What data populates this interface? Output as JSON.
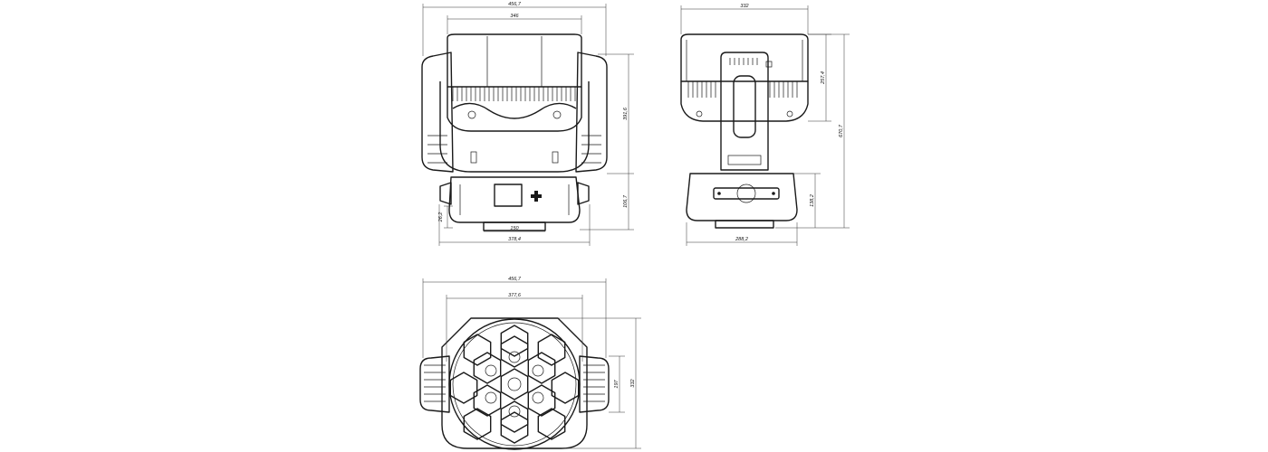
{
  "front_view": {
    "total_width": "456,7",
    "head_width": "346",
    "head_to_base_height": "391,6",
    "base_height": "106,7",
    "foot_height": "26,2",
    "foot_width": "150",
    "base_width": "378,4"
  },
  "side_view": {
    "depth": "332",
    "head_height": "257,4",
    "total_height": "670,7",
    "base_height": "138,2",
    "base_depth": "288,2"
  },
  "face_view": {
    "total_width": "456,7",
    "lens_width": "377,6",
    "handle_height": "197",
    "face_height": "332"
  },
  "colors": {
    "line": "#1a1a1a",
    "background": "#ffffff"
  }
}
